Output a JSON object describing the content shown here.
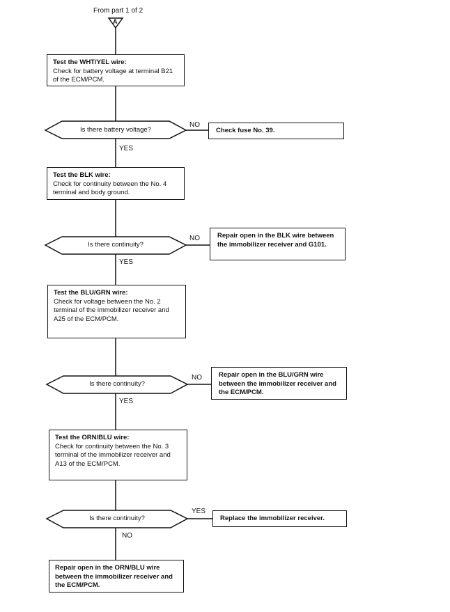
{
  "connector": {
    "from_label": "From part 1 of 2",
    "marker": "A"
  },
  "steps": [
    {
      "title": "Test the WHT/YEL wire:",
      "text": "Check for battery voltage at terminal B21 of the ECM/PCM."
    },
    {
      "title": "Test the BLK wire:",
      "text": "Check for continuity between the No. 4 terminal and body ground."
    },
    {
      "title": "Test the BLU/GRN wire:",
      "text": "Check for voltage between the No. 2 terminal of the immobilizer receiver and A25 of the ECM/PCM."
    },
    {
      "title": "Test the ORN/BLU wire:",
      "text": "Check for continuity between the No. 3 terminal of the immobilizer receiver and A13 of the ECM/PCM."
    }
  ],
  "decisions": [
    {
      "question": "Is there battery voltage?",
      "side_label": "NO",
      "down_label": "YES"
    },
    {
      "question": "Is there continuity?",
      "side_label": "NO",
      "down_label": "YES"
    },
    {
      "question": "Is there continuity?",
      "side_label": "NO",
      "down_label": "YES"
    },
    {
      "question": "Is there continuity?",
      "side_label": "YES",
      "down_label": "NO"
    }
  ],
  "outcomes": [
    "Check fuse No. 39.",
    "Repair open in the BLK wire between the immobilizer receiver and G101.",
    "Repair open in the BLU/GRN wire between the immobilizer receiver and the ECM/PCM.",
    "Replace the immobilizer receiver.",
    "Repair open in the ORN/BLU wire between the immobilizer receiver and the ECM/PCM."
  ]
}
